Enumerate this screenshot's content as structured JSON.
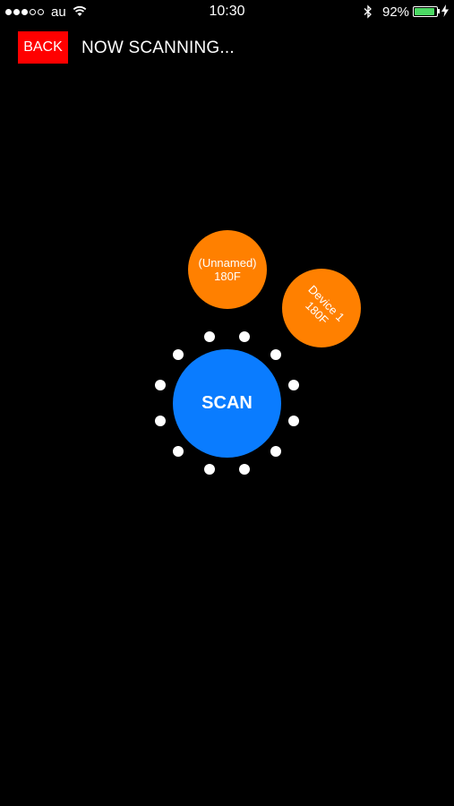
{
  "status_bar": {
    "signal": "●●●○○",
    "carrier": "au",
    "time": "10:30",
    "battery_percent": "92%",
    "battery_level": 0.92,
    "icons": [
      "signal-dots-icon",
      "wifi-icon",
      "bluetooth-icon",
      "battery-icon",
      "charging-bolt-icon"
    ]
  },
  "header": {
    "back_label": "BACK",
    "title": "NOW SCANNING..."
  },
  "devices": [
    {
      "name": "(Unnamed)",
      "value": "180F"
    },
    {
      "name": "Device 1",
      "value": "180F"
    }
  ],
  "scan": {
    "label": "SCAN"
  },
  "colors": {
    "background": "#000000",
    "back_button": "#ff0000",
    "device_circle": "#ff8000",
    "scan_button": "#0a7cff",
    "battery_fill": "#4cd964"
  }
}
